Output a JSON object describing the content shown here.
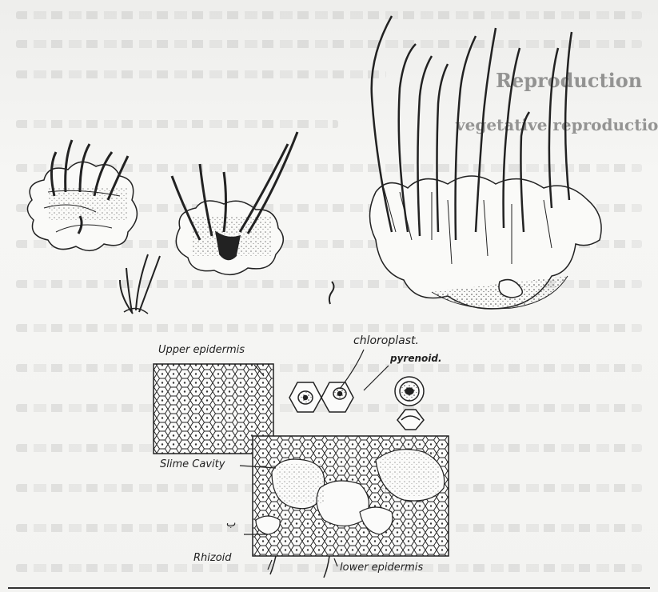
{
  "background_text": {
    "heading_1": "Reproduction",
    "heading_2": "vegetative reproduction"
  },
  "labels": {
    "upper_epidermis": "Upper epidermis",
    "chloroplast": "chloroplast.",
    "pyrenoid": "pyrenoid.",
    "slime_cavity": "Slime Cavity",
    "rhizoid": "Rhizoid",
    "lower_epidermis": "lower epidermis",
    "small_mark": "ب"
  },
  "colors": {
    "ink": "#222222",
    "paper": "#f4f4f2"
  }
}
